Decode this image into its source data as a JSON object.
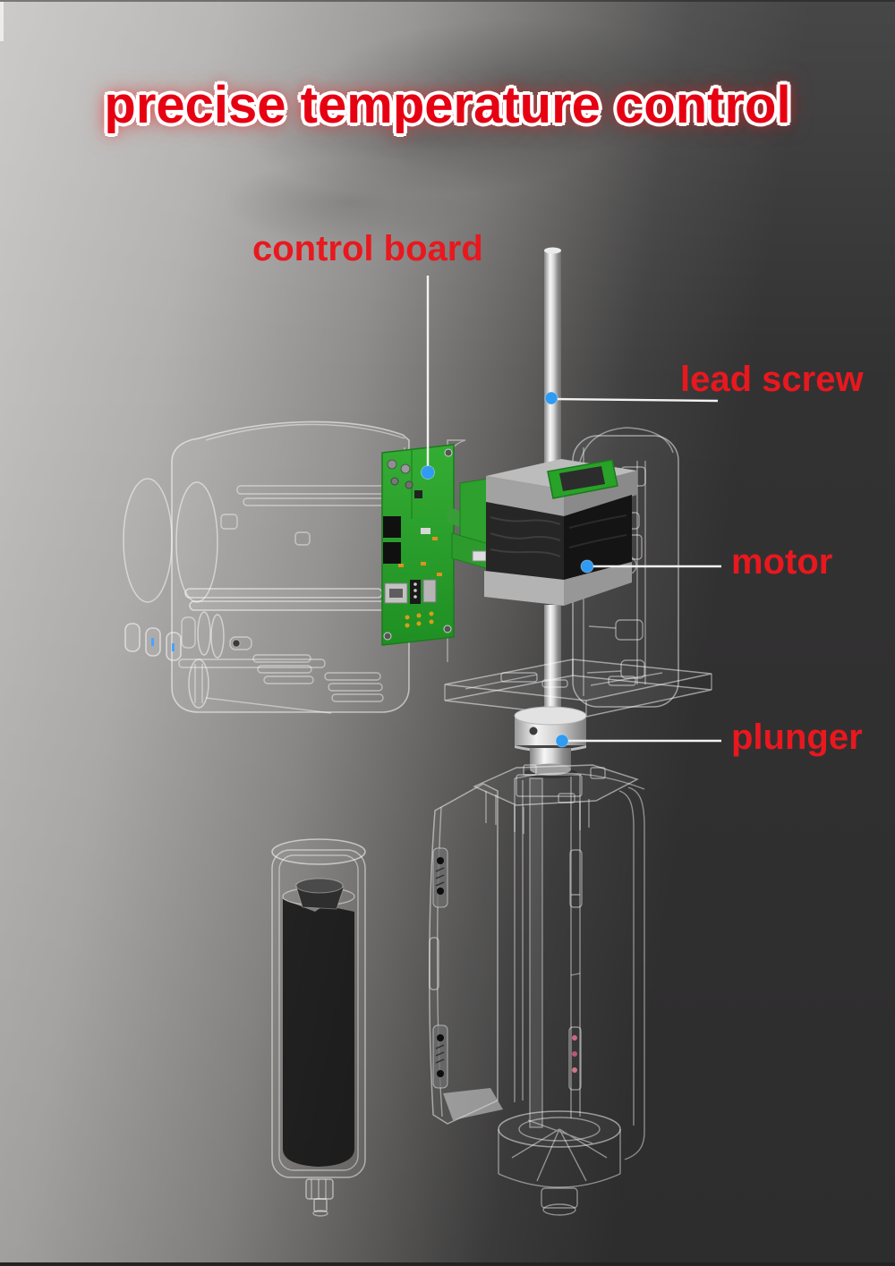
{
  "title": {
    "text": "precise temperature control"
  },
  "callouts": [
    {
      "id": "control-board",
      "label": "control board"
    },
    {
      "id": "lead-screw",
      "label": "lead screw"
    },
    {
      "id": "motor",
      "label": "motor"
    },
    {
      "id": "plunger",
      "label": "plunger"
    }
  ],
  "colors": {
    "title_red": "#e60012",
    "label_red": "#e8181e",
    "pcb_green": "#2ca02c",
    "dot_blue": "#2f9bf2",
    "bg_light": "#c7c5c3",
    "bg_mid": "#8e8c8b",
    "bg_dark": "#333233",
    "line_white": "#f2f2f2"
  }
}
